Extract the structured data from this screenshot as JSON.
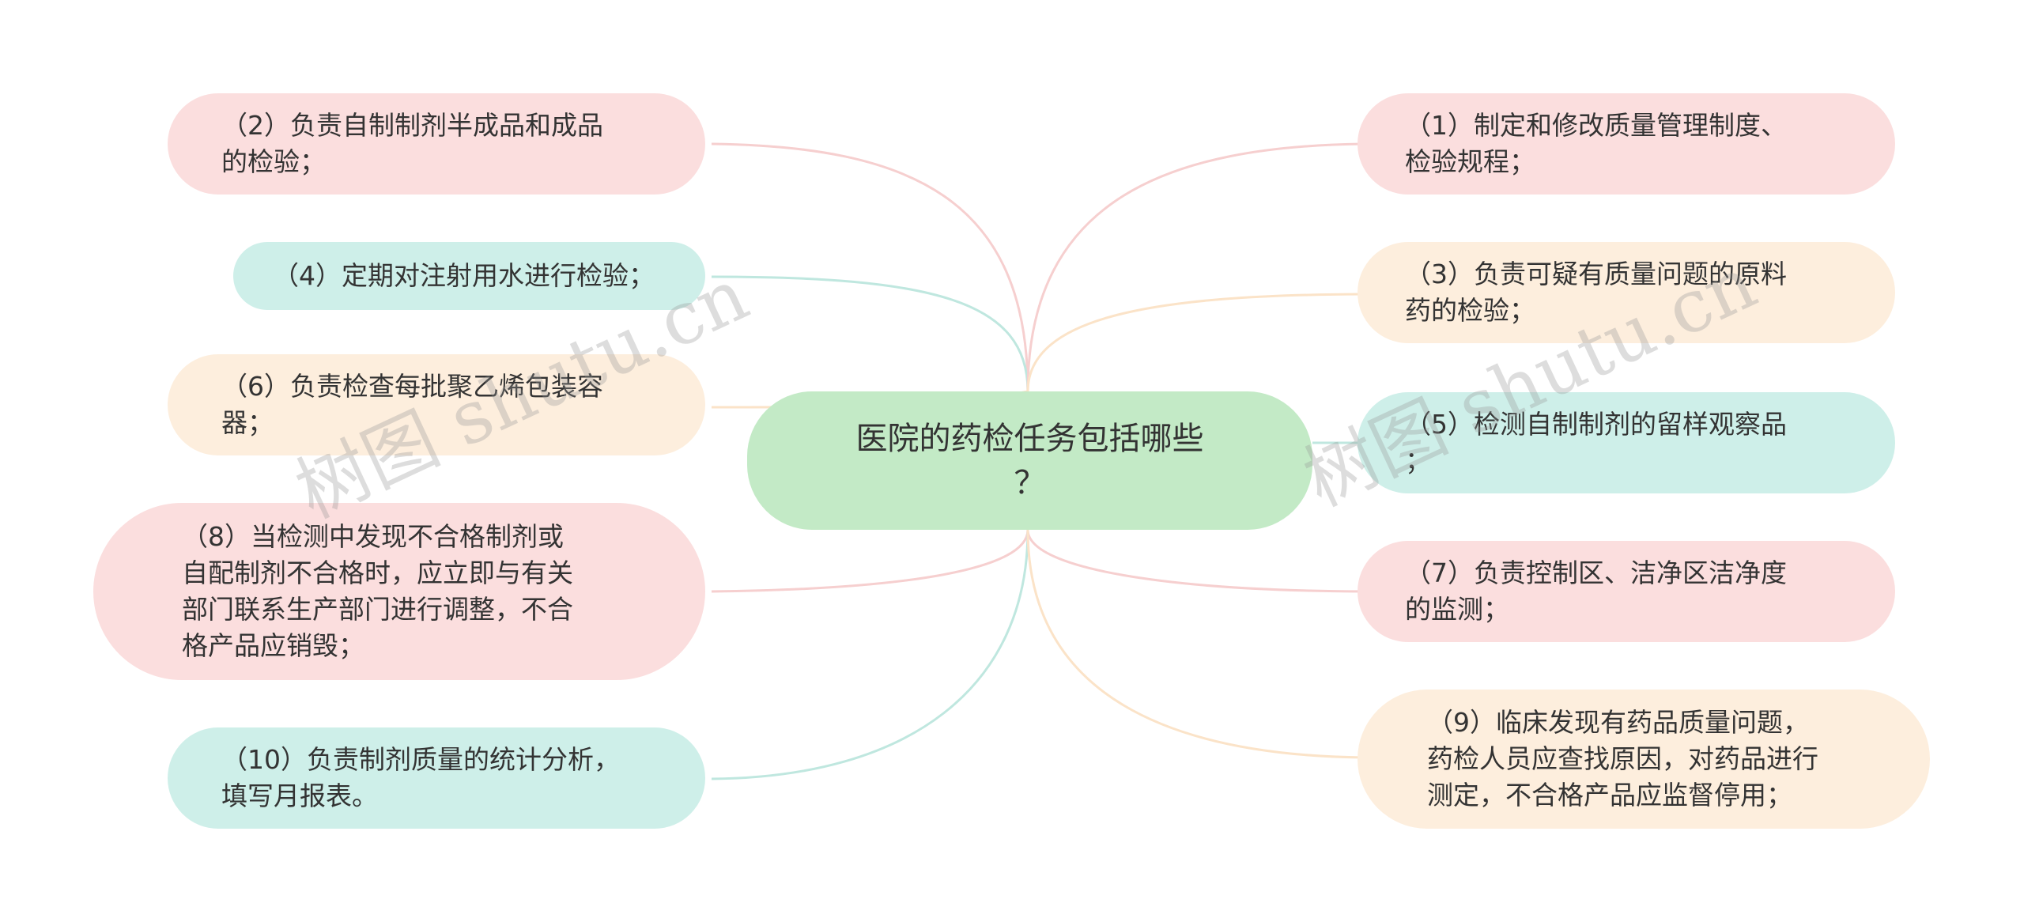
{
  "central": {
    "text": "医院的药检任务包括哪些\n？"
  },
  "watermarks": [
    "树图 shutu.cn",
    "树图 shutu.cn"
  ],
  "nodes": [
    {
      "id": "n2",
      "text": "（2）负责自制制剂半成品和成品\n的检验；",
      "color": "#fbdede"
    },
    {
      "id": "n4",
      "text": "（4）定期对注射用水进行检验；",
      "color": "#ceefe9"
    },
    {
      "id": "n6",
      "text": "（6）负责检查每批聚乙烯包装容\n器；",
      "color": "#fdeedd"
    },
    {
      "id": "n8",
      "text": "（8）当检测中发现不合格制剂或\n自配制剂不合格时，应立即与有关\n部门联系生产部门进行调整，不合\n格产品应销毁；",
      "color": "#fbdede"
    },
    {
      "id": "n10",
      "text": "（10）负责制剂质量的统计分析，\n填写月报表。",
      "color": "#ceefe9"
    },
    {
      "id": "n1",
      "text": "（1）制定和修改质量管理制度、\n检验规程；",
      "color": "#fbdede"
    },
    {
      "id": "n3",
      "text": "（3）负责可疑有质量问题的原料\n药的检验；",
      "color": "#fdeedd"
    },
    {
      "id": "n5",
      "text": "（5）检测自制制剂的留样观察品\n；",
      "color": "#ceefe9"
    },
    {
      "id": "n7",
      "text": "（7）负责控制区、洁净区洁净度\n的监测；",
      "color": "#fbdede"
    },
    {
      "id": "n9",
      "text": "（9）临床发现有药品质量问题，\n药检人员应查找原因，对药品进行\n测定，不合格产品应监督停用；",
      "color": "#fdeedd"
    }
  ]
}
